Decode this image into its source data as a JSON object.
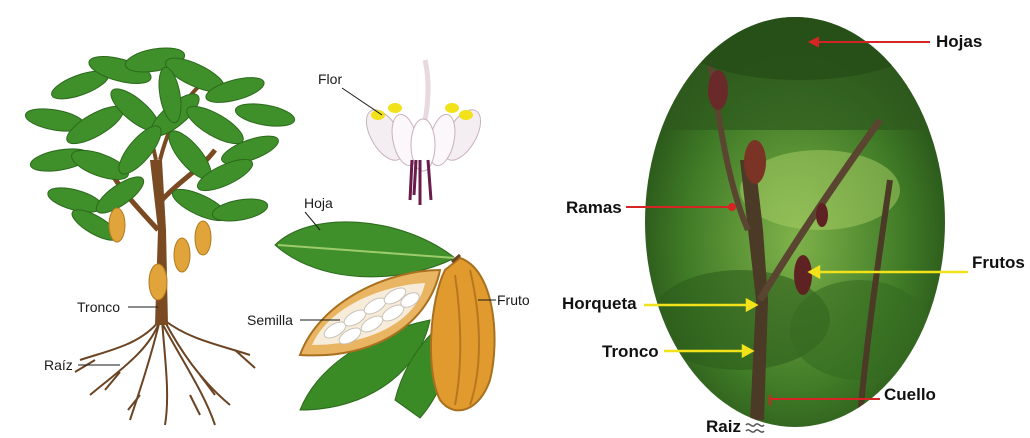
{
  "left_labels": {
    "flor": "Flor",
    "hoja": "Hoja",
    "fruto": "Fruto",
    "tronco": "Tronco",
    "semilla": "Semilla",
    "raiz": "Raíz"
  },
  "right_labels": {
    "hojas": "Hojas",
    "ramas": "Ramas",
    "frutos": "Frutos",
    "horqueta": "Horqueta",
    "tronco": "Tronco",
    "cuello": "Cuello",
    "raiz": "Raiz"
  },
  "colors": {
    "leaf": "#3f8f2a",
    "leaf_dark": "#2b6a1c",
    "pod": "#e0a43a",
    "trunk": "#7a4a22",
    "red_arrow": "#d42424",
    "yellow_arrow": "#f2e21a"
  }
}
